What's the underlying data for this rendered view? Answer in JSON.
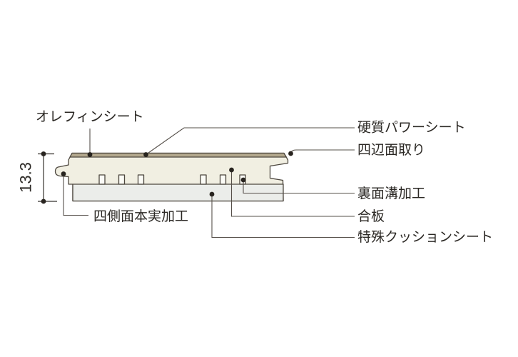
{
  "diagram": {
    "type": "flooring-cross-section",
    "dimension": {
      "thickness_label": "13.3"
    },
    "labels": {
      "olefin_sheet": "オレフィンシート",
      "hard_power_sheet": "硬質パワーシート",
      "four_side_chamfer": "四辺面取り",
      "back_groove": "裏面溝加工",
      "plywood": "合板",
      "special_cushion_sheet": "特殊クッションシート",
      "four_side_tongue_groove": "四側面本実加工"
    },
    "colors": {
      "surface_sheet": "#b3a88e",
      "plywood_body": "#f1efe2",
      "cushion_sheet": "#ebedea",
      "groove_slot": "#fbfbf6",
      "outline": "#4d473f",
      "leader_line": "#56504a",
      "text": "#2b2824",
      "background": "#ffffff"
    }
  }
}
